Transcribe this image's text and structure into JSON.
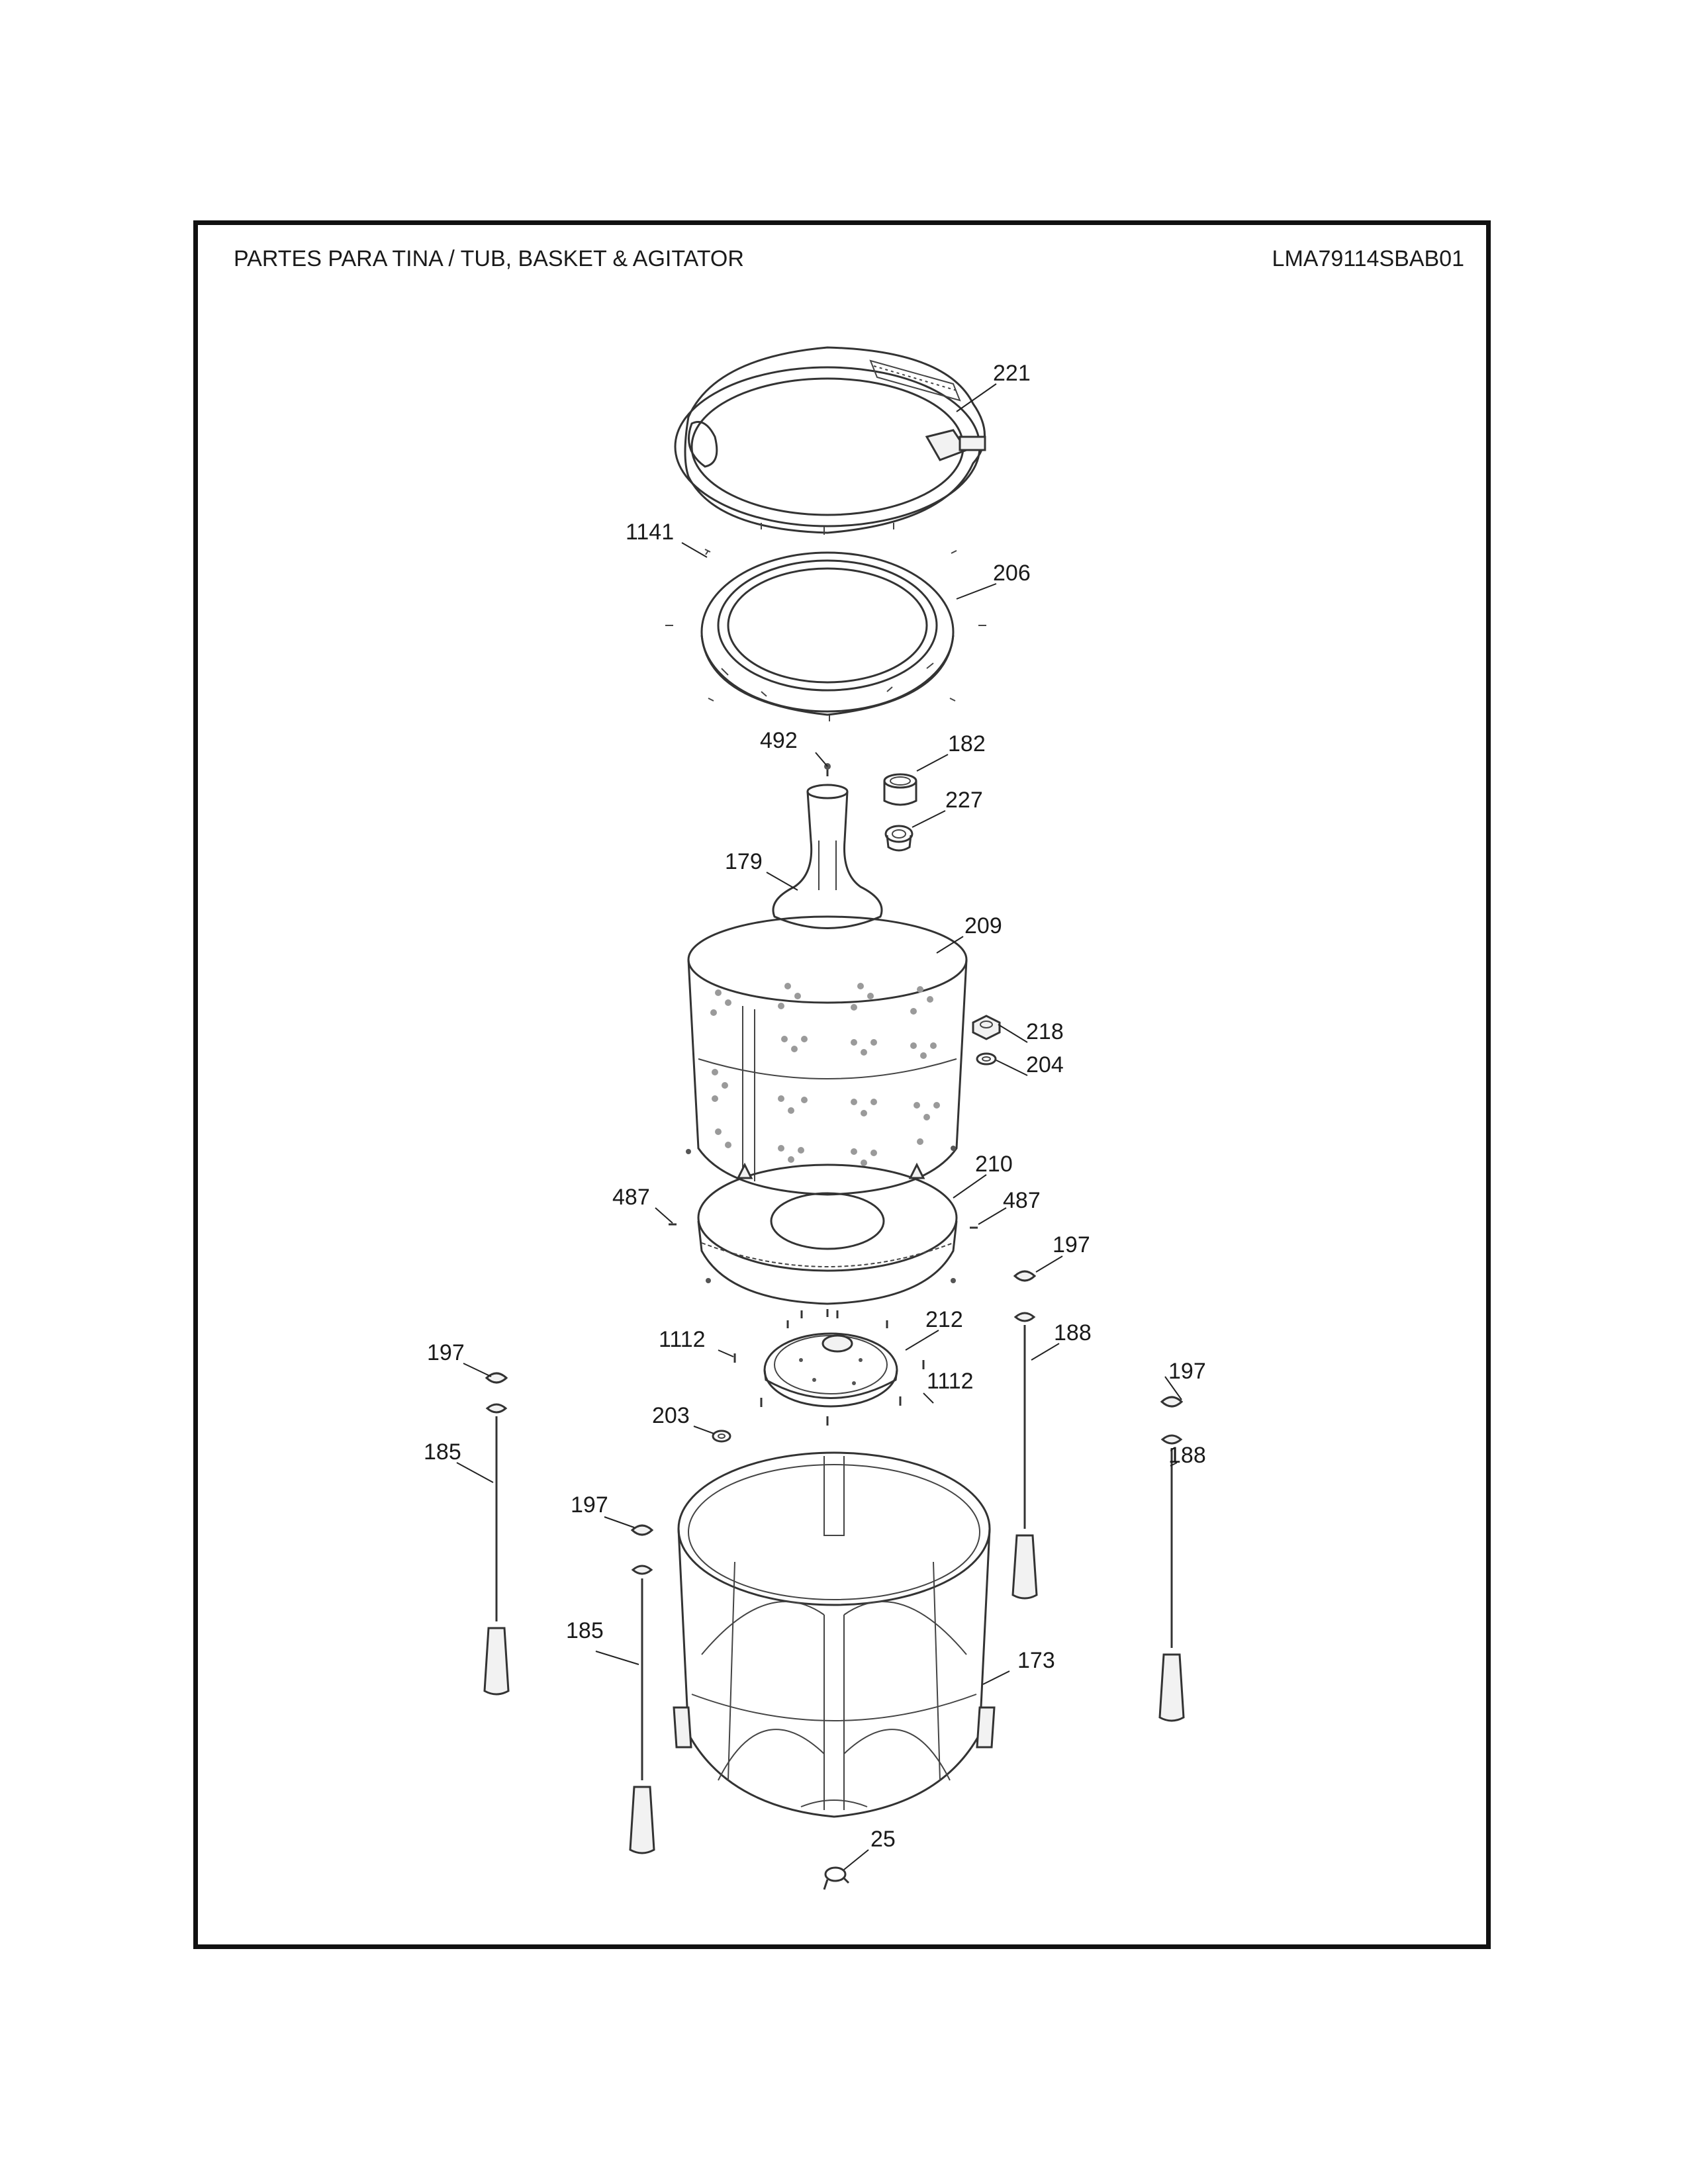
{
  "header": {
    "title": "PARTES PARA TINA  /  TUB, BASKET & AGITATOR",
    "model": "LMA79114SBAB01"
  },
  "callouts": [
    {
      "id": "c221",
      "text": "221"
    },
    {
      "id": "c1141",
      "text": "1141"
    },
    {
      "id": "c206",
      "text": "206"
    },
    {
      "id": "c492",
      "text": "492"
    },
    {
      "id": "c182",
      "text": "182"
    },
    {
      "id": "c227",
      "text": "227"
    },
    {
      "id": "c179",
      "text": "179"
    },
    {
      "id": "c209",
      "text": "209"
    },
    {
      "id": "c218",
      "text": "218"
    },
    {
      "id": "c204",
      "text": "204"
    },
    {
      "id": "c210",
      "text": "210"
    },
    {
      "id": "c487a",
      "text": "487"
    },
    {
      "id": "c487b",
      "text": "487"
    },
    {
      "id": "c197a",
      "text": "197"
    },
    {
      "id": "c188a",
      "text": "188"
    },
    {
      "id": "c212",
      "text": "212"
    },
    {
      "id": "c1112a",
      "text": "1112"
    },
    {
      "id": "c1112b",
      "text": "1112"
    },
    {
      "id": "c197b",
      "text": "197"
    },
    {
      "id": "c197c",
      "text": "197"
    },
    {
      "id": "c188b",
      "text": "188"
    },
    {
      "id": "c203",
      "text": "203"
    },
    {
      "id": "c185a",
      "text": "185"
    },
    {
      "id": "c197d",
      "text": "197"
    },
    {
      "id": "c185b",
      "text": "185"
    },
    {
      "id": "c173",
      "text": "173"
    },
    {
      "id": "c25",
      "text": "25"
    }
  ]
}
